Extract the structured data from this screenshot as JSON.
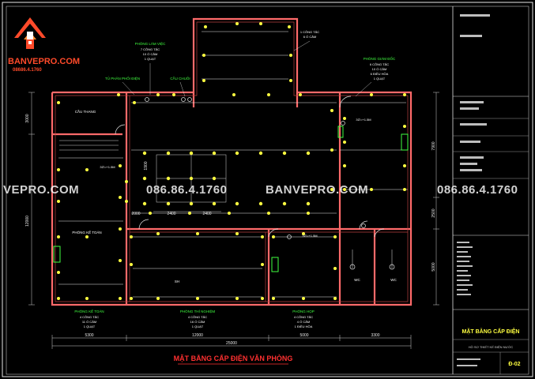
{
  "logo": {
    "brand": "BANVEPRO.COM",
    "phone": "08686.4.1760"
  },
  "watermark": {
    "left": "VEPRO.COM",
    "phone_left": "086.86.4.1760",
    "center": "BANVEPRO.COM",
    "phone_right": "086.86.4.1760"
  },
  "drawing": {
    "title": "MẶT BẰNG CẤP ĐIỆN VĂN PHÒNG",
    "sheet_title": "MẶT BẰNG CẤP ĐIỆN",
    "sheet_number": "Đ-02",
    "rooms": {
      "work_room_label": "PHÒNG LÀM VIỆC",
      "work_room_items": [
        "7 CÔNG TẮC",
        "10 Ổ CẮM",
        "1 QUẠT"
      ],
      "top_room_items": [
        "1 CÔNG TẮC",
        "6 Ổ CẮM"
      ],
      "director_label": "PHÒNG GIÁM ĐỐC",
      "director_items": [
        "6 CÔNG TẮC",
        "10 Ổ CẮM",
        "6 ĐIỀU HÒA",
        "1 QUẠT"
      ],
      "panel_label": "TỦ PHÂN PHỐI ĐIỆN",
      "stair_label": "CẦU THANG",
      "stair2_label": "CẦU CHUỖI",
      "office_left": "PHÒNG KẾ TOÁN",
      "wc": "WC",
      "hall": "SH",
      "bottom_left_label": "PHÒNG KẾ TOÁN",
      "bottom_left_items": [
        "4 CÔNG TẮC",
        "11 Ổ CẮM",
        "1 QUẠT"
      ],
      "bottom_mid_label": "PHÒNG THÍ NGHIỆM",
      "bottom_mid_items": [
        "4 CÔNG TẮC",
        "16 Ổ CẮM",
        "1 QUẠT"
      ],
      "bottom_right_label": "PHÒNG HỌP",
      "bottom_right_items": [
        "4 CÔNG TẮC",
        "4 Ổ CẮM",
        "1 ĐIỀU HÒA"
      ]
    },
    "dimensions": {
      "bottom": [
        "5300",
        "12000",
        "5000",
        "3300"
      ],
      "total": "25000",
      "left_top": "3000",
      "left_main": "12000",
      "right": [
        "7900",
        "2500",
        "5000"
      ],
      "inner": [
        "2400",
        "2400",
        "2000",
        "1900"
      ]
    },
    "small_notes": [
      "3∅=+1.5M",
      "3∅=+1.5M",
      "3∅=+1.5M"
    ]
  },
  "title_block": {
    "row_text": "HỒ SƠ THIẾT KẾ ĐIỆN NƯỚC"
  }
}
